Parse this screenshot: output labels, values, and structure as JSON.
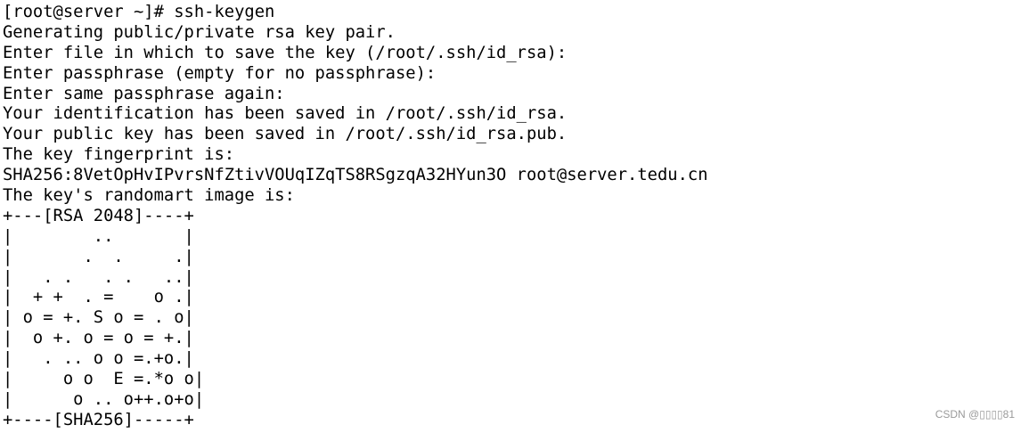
{
  "terminal": {
    "prompt": "[root@server ~]# ",
    "command": "ssh-keygen",
    "output": [
      "Generating public/private rsa key pair.",
      "Enter file in which to save the key (/root/.ssh/id_rsa):",
      "Enter passphrase (empty for no passphrase):",
      "Enter same passphrase again:",
      "Your identification has been saved in /root/.ssh/id_rsa.",
      "Your public key has been saved in /root/.ssh/id_rsa.pub.",
      "The key fingerprint is:",
      "SHA256:8VetOpHvIPvrsNfZtivVOUqIZqTS8RSgzqA32HYun3O root@server.tedu.cn",
      "The key's randomart image is:"
    ],
    "randomart": [
      "+---[RSA 2048]----+",
      "|        ..       |",
      "|       .  .     .|",
      "|   . .   . .   ..|",
      "|  + +  . =    o .|",
      "| o = +. S o = . o|",
      "|  o +. o = o = +.|",
      "|   . .. o o =.+o.|",
      "|     o o  E =.*o o|",
      "|      o .. o++.o+o|",
      "+----[SHA256]-----+"
    ]
  },
  "watermark": "CSDN @▯▯▯▯81"
}
